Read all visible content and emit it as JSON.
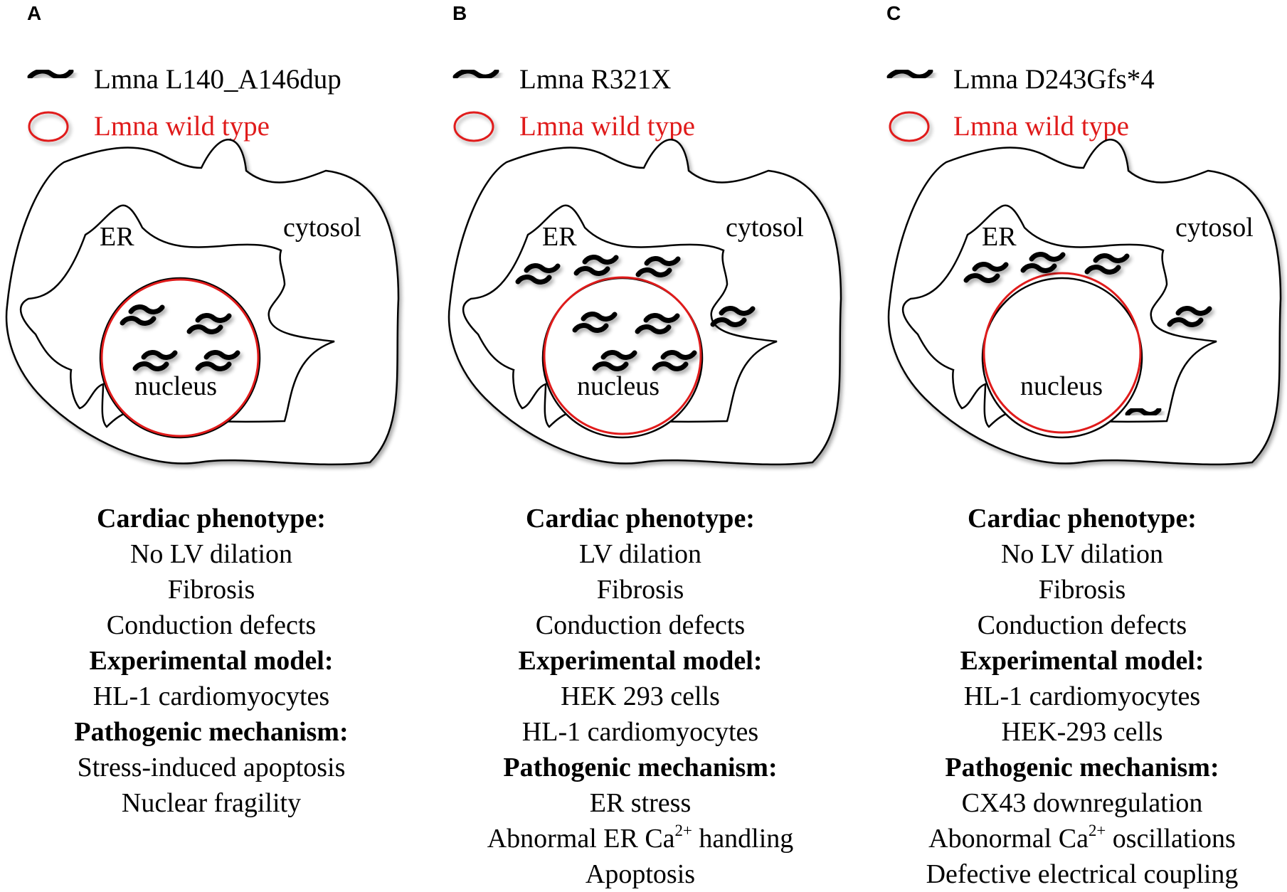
{
  "panels": [
    {
      "letter": "A",
      "legend_mutant": "Lmna L140_A146dup",
      "legend_wildtype": "Lmna wild type",
      "labels": {
        "er": "ER",
        "cytosol": "cytosol",
        "nucleus": "nucleus"
      },
      "info": {
        "phenotype_header": "Cardiac phenotype:",
        "phenotype": [
          "No LV dilation",
          "Fibrosis",
          "Conduction defects"
        ],
        "model_header": "Experimental model:",
        "model": [
          "HL-1 cardiomyocytes"
        ],
        "mechanism_header": "Pathogenic mechanism:",
        "mechanism": [
          "Stress-induced apoptosis",
          "Nuclear fragility"
        ]
      }
    },
    {
      "letter": "B",
      "legend_mutant": "Lmna R321X",
      "legend_wildtype": "Lmna wild type",
      "labels": {
        "er": "ER",
        "cytosol": "cytosol",
        "nucleus": "nucleus"
      },
      "info": {
        "phenotype_header": "Cardiac phenotype:",
        "phenotype": [
          "LV dilation",
          "Fibrosis",
          "Conduction defects"
        ],
        "model_header": "Experimental model:",
        "model": [
          "HEK 293 cells",
          "HL-1 cardiomyocytes"
        ],
        "mechanism_header": "Pathogenic mechanism:",
        "mechanism": [
          "ER stress",
          "Abnormal ER Ca",
          "Apoptosis"
        ],
        "mechanism_2_sup": "2+",
        "mechanism_2_tail": " handling"
      }
    },
    {
      "letter": "C",
      "legend_mutant": "Lmna D243Gfs*4",
      "legend_wildtype": "Lmna wild type",
      "labels": {
        "er": "ER",
        "cytosol": "cytosol",
        "nucleus": "nucleus"
      },
      "info": {
        "phenotype_header": "Cardiac phenotype:",
        "phenotype": [
          "No LV dilation",
          "Fibrosis",
          "Conduction defects"
        ],
        "model_header": "Experimental model:",
        "model": [
          "HL-1 cardiomyocytes",
          "HEK-293 cells"
        ],
        "mechanism_header": "Pathogenic mechanism:",
        "mechanism": [
          "CX43 downregulation",
          "Abonormal Ca",
          "Defective electrical coupling"
        ],
        "mechanism_2_sup": "2+",
        "mechanism_2_tail": " oscillations"
      }
    }
  ],
  "colors": {
    "mutant": "#000000",
    "wildtype": "#e01b1b"
  }
}
